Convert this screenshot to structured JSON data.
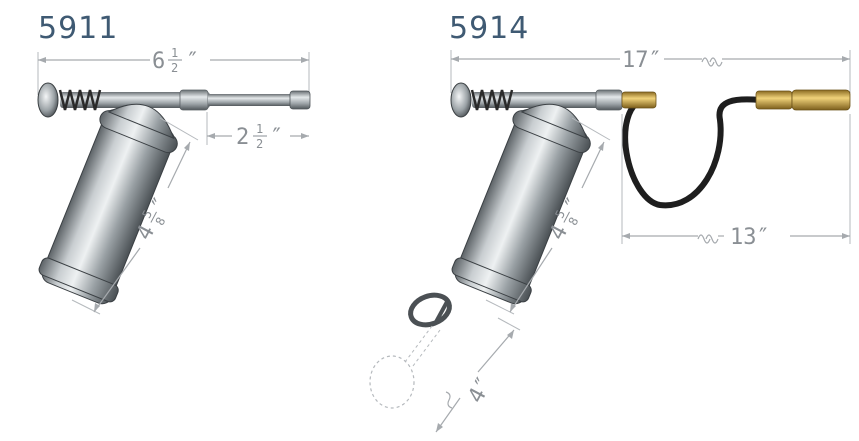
{
  "products": [
    {
      "model": "5911",
      "dimensions": {
        "overall_length": {
          "whole": "6",
          "num": "1",
          "den": "2",
          "unit": "″"
        },
        "extension_length": {
          "whole": "2",
          "num": "1",
          "den": "2",
          "unit": "″"
        },
        "barrel_length": {
          "whole": "4",
          "num": "5",
          "den": "8",
          "unit": "″"
        }
      }
    },
    {
      "model": "5914",
      "dimensions": {
        "overall_length": {
          "text": "17″"
        },
        "hose_length": {
          "text": "13″"
        },
        "barrel_length": {
          "whole": "4",
          "num": "5",
          "den": "8",
          "unit": "″"
        },
        "ring_travel": {
          "text": "4″"
        }
      }
    }
  ],
  "colors": {
    "model_text": "#3f5a73",
    "dimension_text": "#8a8f94",
    "metal": "#a7adb1",
    "brass": "#c9a24a",
    "hose": "#1e1e1e"
  }
}
